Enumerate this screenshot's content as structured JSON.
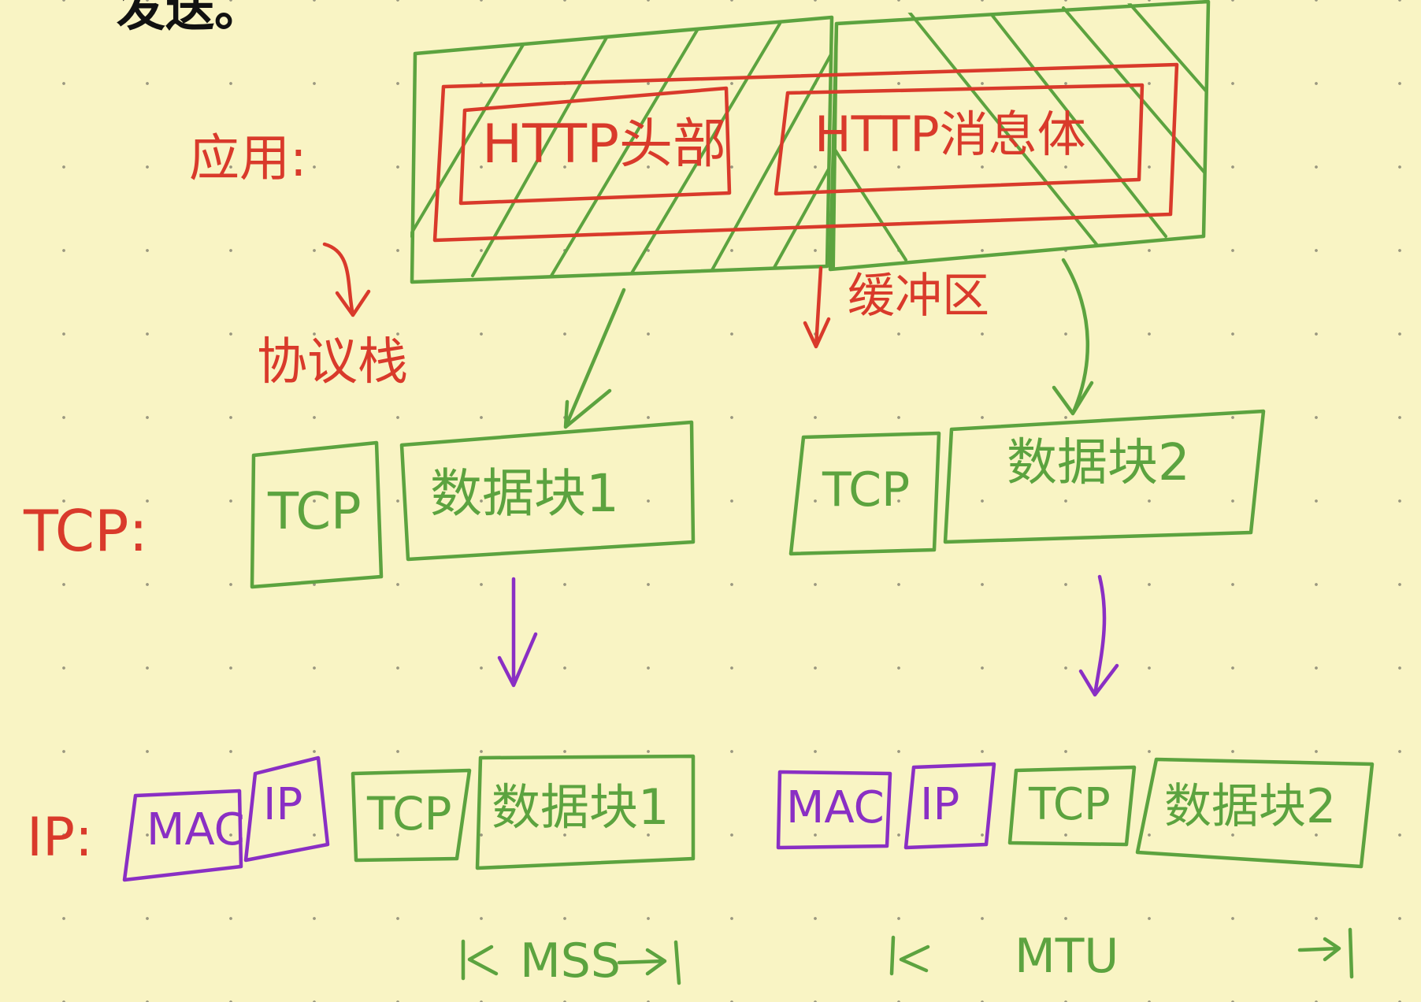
{
  "colors": {
    "red": "#d93a2b",
    "green": "#5ca33f",
    "purple": "#8a2fc4",
    "black": "#111111",
    "paper": "#f9f4c4"
  },
  "top_text": "发送。",
  "app_layer": {
    "label": "应用:",
    "http_header": "HTTP头部",
    "http_body": "HTTP消息体",
    "stack_label": "协议栈",
    "buffer_label": "缓冲区"
  },
  "tcp_layer": {
    "label": "TCP:",
    "segments": [
      {
        "header": "TCP",
        "data": "数据块1"
      },
      {
        "header": "TCP",
        "data": "数据块2"
      }
    ]
  },
  "ip_layer": {
    "label": "IP:",
    "packets": [
      {
        "mac": "MAC",
        "ip": "IP",
        "tcp": "TCP",
        "data": "数据块1"
      },
      {
        "mac": "MAC",
        "ip": "IP",
        "tcp": "TCP",
        "data": "数据块2"
      }
    ]
  },
  "measures": {
    "mss": "MSS",
    "mtu": "MTU"
  }
}
